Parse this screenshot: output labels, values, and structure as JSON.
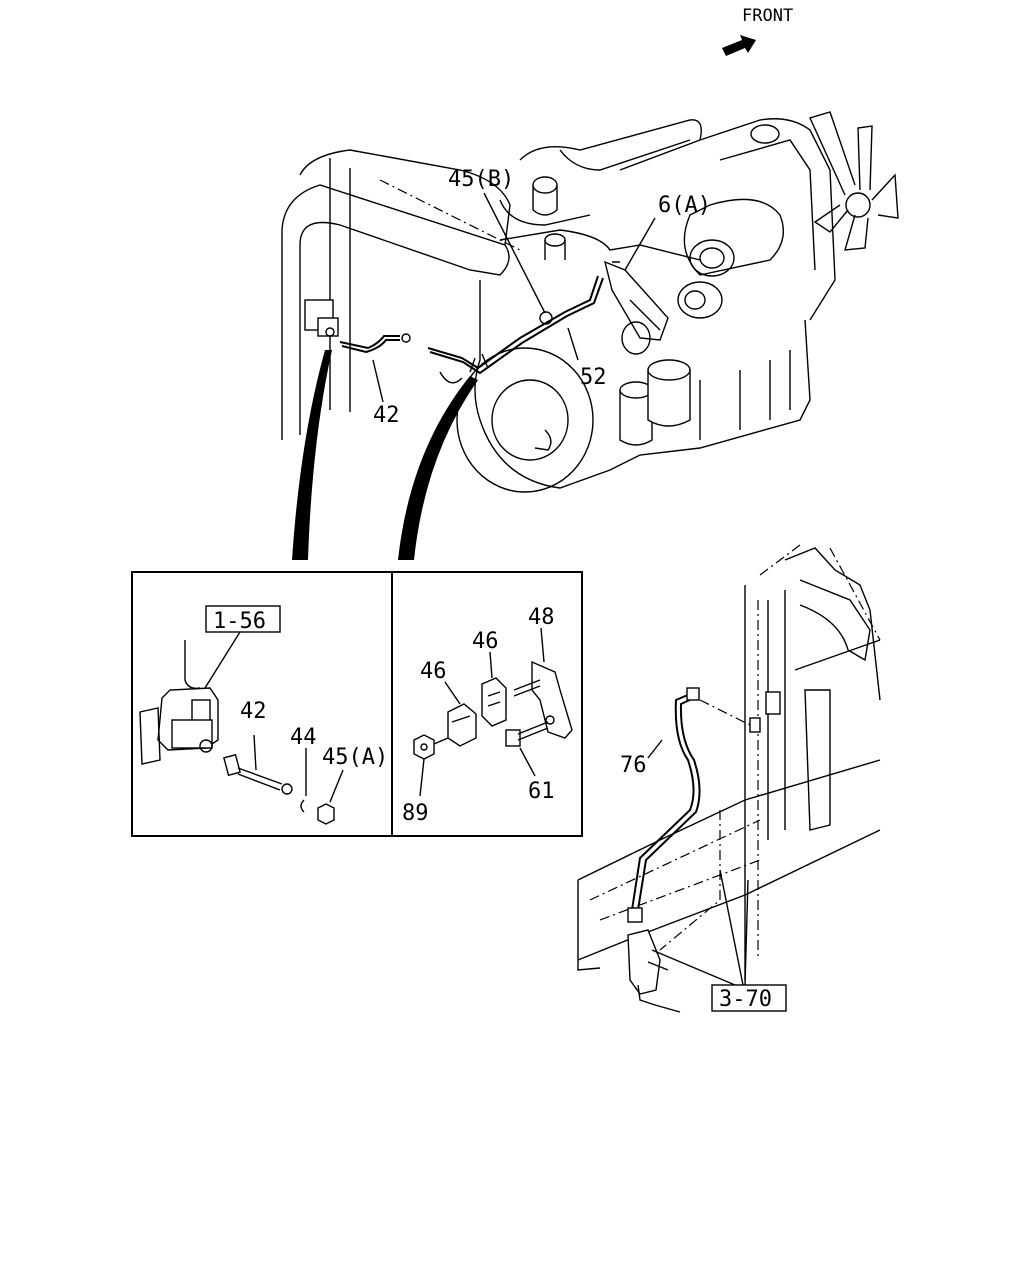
{
  "direction_label": "FRONT",
  "callouts": {
    "main_45b": "45(B)",
    "main_6a": "6(A)",
    "main_52": "52",
    "main_42": "42",
    "left_ref": "1-56",
    "left_42": "42",
    "left_44": "44",
    "left_45a": "45(A)",
    "mid_46a": "46",
    "mid_46b": "46",
    "mid_48": "48",
    "mid_61": "61",
    "mid_89": "89",
    "right_76": "76",
    "right_ref": "3-70"
  }
}
